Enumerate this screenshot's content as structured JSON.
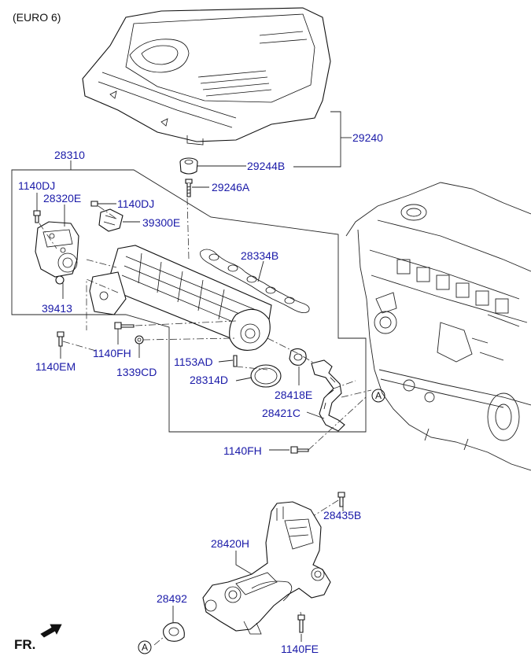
{
  "header": {
    "variant": "(EURO 6)"
  },
  "orientation": {
    "label": "FR."
  },
  "reference_markers": {
    "a_top": "A",
    "a_bottom": "A"
  },
  "parts": {
    "p29240": "29240",
    "p29244B": "29244B",
    "p29246A": "29246A",
    "p28310": "28310",
    "p1140DJ_left": "1140DJ",
    "p28320E": "28320E",
    "p1140DJ_right": "1140DJ",
    "p39300E": "39300E",
    "p28334B": "28334B",
    "p39413": "39413",
    "p1140FH_top": "1140FH",
    "p1140EM": "1140EM",
    "p1339CD": "1339CD",
    "p1153AD": "1153AD",
    "p28314D": "28314D",
    "p28418E": "28418E",
    "p28421C": "28421C",
    "p1140FH_bottom": "1140FH",
    "p28435B": "28435B",
    "p28420H": "28420H",
    "p28492": "28492",
    "p1140FE": "1140FE"
  },
  "colors": {
    "part_number": "#1a1aa8",
    "line": "#111111",
    "background": "#ffffff"
  },
  "icons": {
    "orientation": "fr-arrow-icon",
    "reference": "circle-a-icon"
  }
}
